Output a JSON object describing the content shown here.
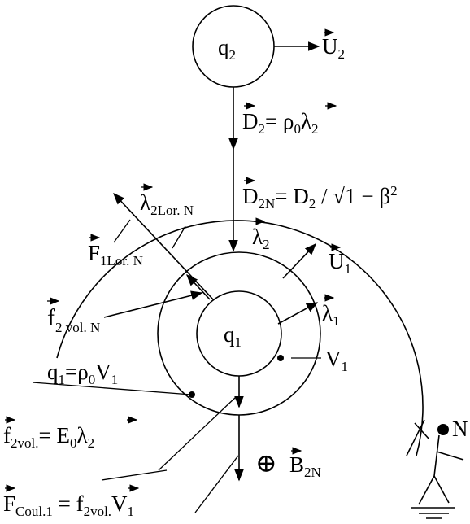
{
  "labels": {
    "q2": "q",
    "q2_sub": "2",
    "U2": "U",
    "U2_sub": "2",
    "D2_left": "D",
    "D2_left_sub": "2",
    "D2_eq": "= ρ",
    "D2_eq_sub": "0",
    "D2_lambda": "λ",
    "D2_lambda_sub": "2",
    "D2N_left": "D",
    "D2N_left_sub": "2N",
    "D2N_eq": "= ",
    "D2N_right": "D",
    "D2N_right_sub": "2",
    "D2N_div": " / √",
    "D2N_root": "1 − β",
    "D2N_sq": "2",
    "lambda2LorN": "λ",
    "lambda2LorN_sub": "2Lor. N",
    "lambda2": "λ",
    "lambda2_sub": "2",
    "U1": "U",
    "U1_sub": "1",
    "F1LorN": "F",
    "F1LorN_sub": "1Lor. N",
    "f2volN": "f",
    "f2volN_sub": "2 vol. N",
    "q1": "q",
    "q1_sub": "1",
    "lambda1": "λ",
    "lambda1_sub": "1",
    "V1": "V",
    "V1_sub": "1",
    "q1eq": "q",
    "q1eq_sub": "1",
    "q1eq_mid": "=ρ",
    "q1eq_mid_sub": "0",
    "q1eq_V": "V",
    "q1eq_V_sub": "1",
    "f2vol": "f",
    "f2vol_sub": "2vol.",
    "f2vol_eq": "= E",
    "f2vol_eq_sub": "0",
    "f2vol_lambda": "λ",
    "f2vol_lambda_sub": "2",
    "B2N_symbol": "⊕",
    "B2N": "B",
    "B2N_sub": "2N",
    "FCoul": "F",
    "FCoul_sub": "Coul.1",
    "FCoul_eq": " = f",
    "FCoul_eq_sub": "2vol.",
    "FCoul_V": "V",
    "FCoul_V_sub": "1",
    "N": "N"
  }
}
